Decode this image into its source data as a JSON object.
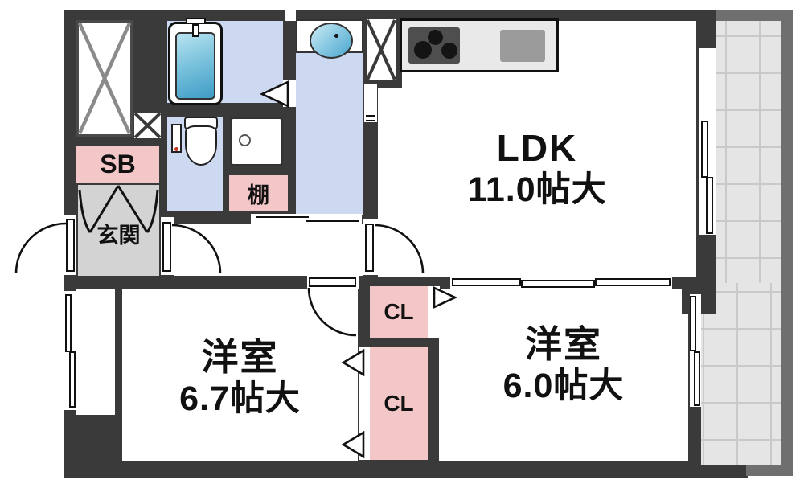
{
  "plan": {
    "rooms": {
      "ldk": {
        "name": "LDK",
        "area": "11.0帖大"
      },
      "bedroom_left": {
        "name": "洋室",
        "area": "6.7帖大"
      },
      "bedroom_right": {
        "name": "洋室",
        "area": "6.0帖大"
      }
    },
    "labels": {
      "shoe_box": "SB",
      "entrance": "玄関",
      "shelf": "棚",
      "closet_top": "CL",
      "closet_bottom": "CL"
    },
    "colors": {
      "wall": "#3a3a3a",
      "room_pink": "#f3c7c7",
      "wet_blue": "#cdd9f1",
      "entrance_gray": "#d3d3d3",
      "counter": "#e9e9e9",
      "stove": "#4e4e4e",
      "sink": "#9b9b9b",
      "tub_blue": "#4aa6cd",
      "balcony_tile": "#e5e5e5",
      "balcony_border": "#6f6f6f"
    }
  }
}
